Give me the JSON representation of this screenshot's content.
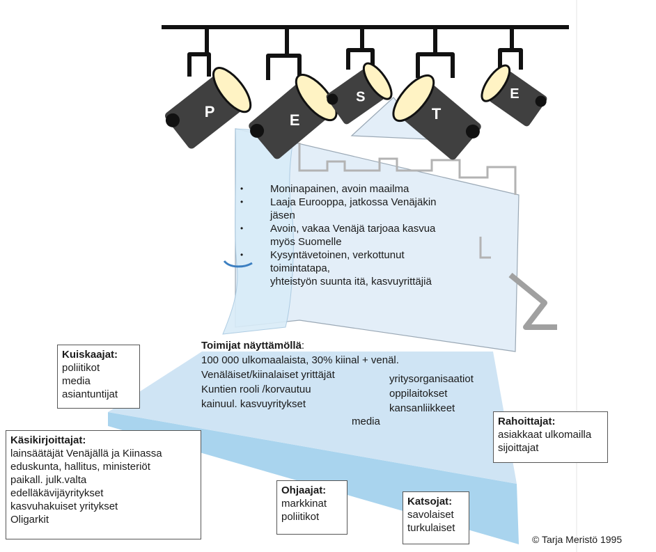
{
  "lamps": [
    {
      "letter": "P"
    },
    {
      "letter": "E"
    },
    {
      "letter": "S"
    },
    {
      "letter": "T"
    },
    {
      "letter": "E"
    }
  ],
  "bullets": [
    {
      "lines": [
        "Moninapainen, avoin maailma"
      ]
    },
    {
      "lines": [
        "Laaja Eurooppa, jatkossa Venäjäkin",
        "jäsen"
      ]
    },
    {
      "lines": [
        "Avoin, vakaa Venäjä tarjoaa kasvua",
        "myös Suomelle"
      ]
    },
    {
      "lines": [
        "Kysyntävetoinen, verkottunut",
        "toimintatapa,",
        "yhteistyön suunta itä, kasvuyrittäjiä"
      ]
    }
  ],
  "stage": {
    "title": "Toimijat näyttämöllä",
    "title_colon": ":",
    "line1": "100 000 ulkomaalaista, 30% kiinal + venäl.",
    "line2": "Venäläiset/kiinalaiset yrittäjät",
    "line3": "Kuntien rooli /korvautuu",
    "line4": "kainuul. kasvuyritykset",
    "right1": "yritysorganisaatiot",
    "right2": "oppilaitokset",
    "right3": "kansanliikkeet",
    "media": "media"
  },
  "boxes": {
    "kuiskaajat": {
      "title": "Kuiskaajat:",
      "items": [
        "poliitikot",
        "media",
        "asiantuntijat"
      ]
    },
    "kasikirjoittajat": {
      "title": "Käsikirjoittajat:",
      "items": [
        "lainsäätäjät Venäjällä ja Kiinassa",
        "eduskunta, hallitus, ministeriöt",
        "paikall. julk.valta",
        "edelläkävijäyritykset",
        "kasvuhakuiset yritykset",
        "Oligarkit"
      ]
    },
    "ohjaajat": {
      "title": "Ohjaajat:",
      "items": [
        "markkinat",
        "poliitikot"
      ]
    },
    "katsojat": {
      "title": "Katsojat:",
      "items": [
        "savolaiset",
        "turkulaiset"
      ]
    },
    "rahoittajat": {
      "title": "Rahoittajat:",
      "items": [
        "asiakkaat ulkomailla",
        "sijoittajat"
      ]
    }
  },
  "copyright": "© Tarja Meristö 1995",
  "colors": {
    "stage_light": "#dbeaf6",
    "stage_mid": "#cfe4f4",
    "stage_front": "#a9d4ee",
    "backdrop": "#e3eef8",
    "lamp_body": "#404040",
    "lamp_lens": "#fff3c4",
    "rail": "#111111"
  }
}
